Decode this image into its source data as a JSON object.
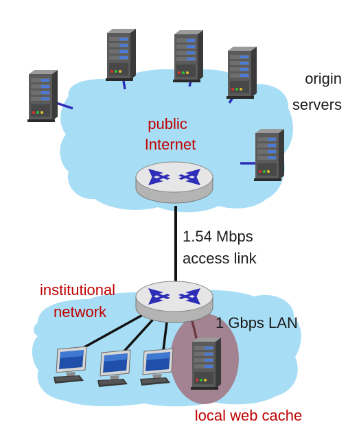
{
  "labels": {
    "origin_line1": "origin",
    "origin_line2": "servers",
    "public_line1": "public",
    "public_line2": "Internet",
    "access_line1": "1.54 Mbps",
    "access_line2": "access link",
    "inst_line1": "institutional",
    "inst_line2": "network",
    "lan": "1 Gbps LAN",
    "cache": "local web cache"
  },
  "colors": {
    "cloud": "#a8def5",
    "link": "#2d2db8",
    "red_text": "#c00000",
    "cache_highlight": "#a0525a"
  },
  "icons": [
    "server-icon",
    "router-icon",
    "desktop-computer-icon"
  ]
}
